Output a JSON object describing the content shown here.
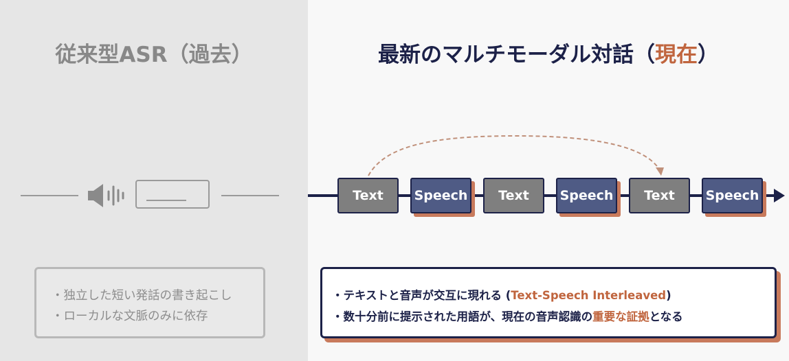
{
  "left": {
    "title": "従来型ASR（過去）",
    "bullets": [
      "・独立した短い発話の書き起こし",
      "・ローカルな文脈のみに依存"
    ]
  },
  "right": {
    "title_main": "最新のマルチモーダル対話（",
    "title_highlight": "現在",
    "title_end": "）",
    "sequence": [
      "Text",
      "Speech",
      "Text",
      "Speech",
      "Text",
      "Speech"
    ],
    "bullet1_main": "・テキストと音声が交互に現れる (",
    "bullet1_highlight": "Text-Speech Interleaved",
    "bullet1_end": ")",
    "bullet2_main": "・数十分前に提示された用語が、現在の音声認識の",
    "bullet2_highlight": "重要な証拠",
    "bullet2_end": "となる"
  },
  "colors": {
    "navy": "#1c2148",
    "accent_orange": "#c0653e",
    "text_block": "#7f7f7f",
    "speech_block": "#4f5b85",
    "muted_gray": "#888888"
  },
  "icons": [
    "speaker-icon",
    "text-box-icon",
    "dashed-reference-arrow"
  ]
}
